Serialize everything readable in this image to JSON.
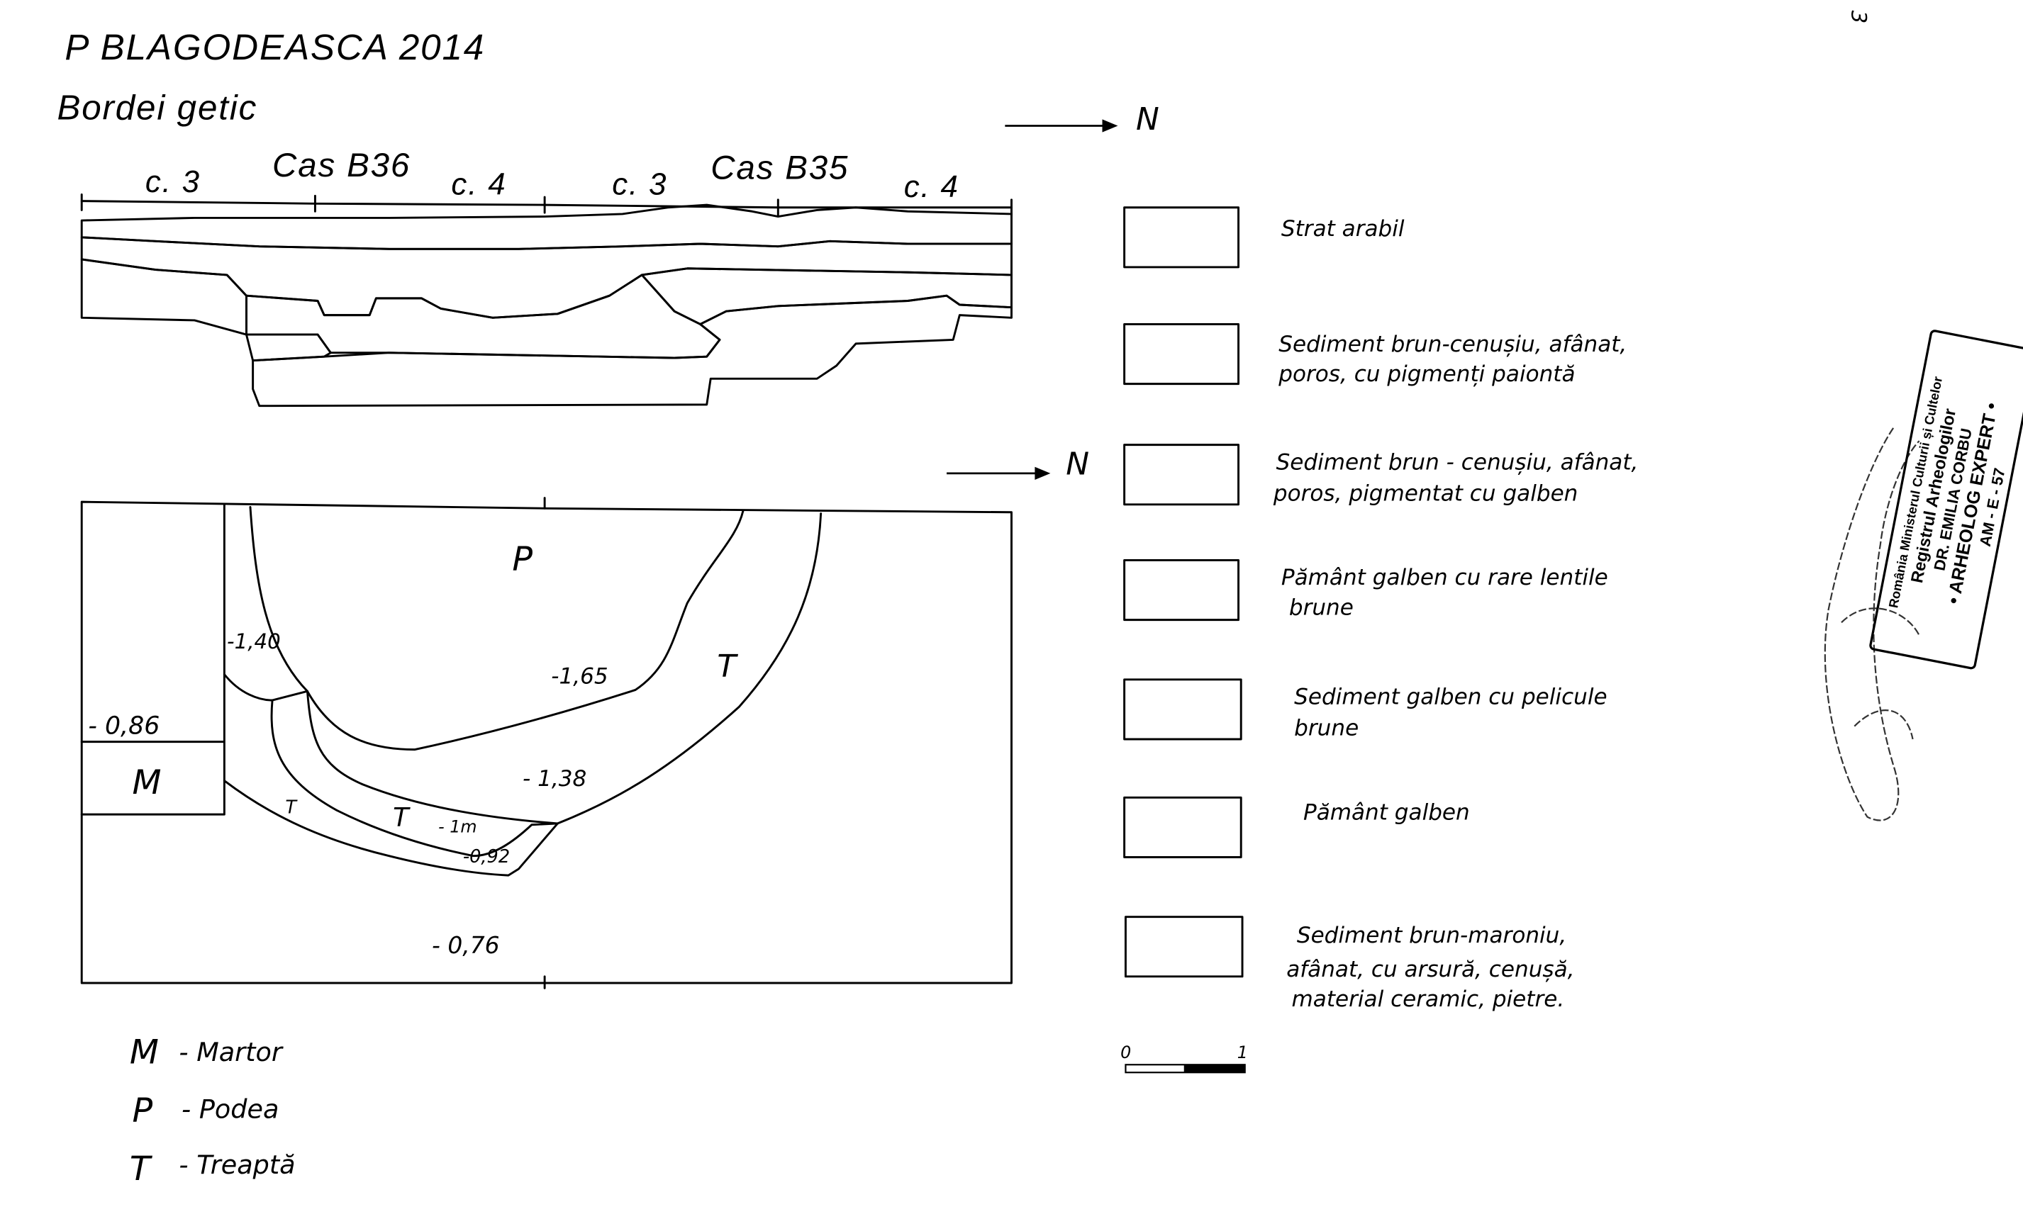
{
  "header": {
    "title": "P BLAGODEASCA  2014",
    "subtitle": "Bordei getic",
    "page_number": "3"
  },
  "profile": {
    "labels": [
      "c. 3",
      "Cas  B36",
      "c. 4",
      "c. 3",
      "Cas  B35",
      "c. 4"
    ],
    "north_label": "N"
  },
  "plan": {
    "north_label": "N",
    "labels": {
      "P": "P",
      "T1": "T",
      "T2": "T",
      "T3": "T",
      "M": "M",
      "e140": "-1,40",
      "e165": "-1,65",
      "e086": "- 0,86",
      "e138": "- 1,38",
      "e1m": "- 1m",
      "e092": "-0,92",
      "e076": "- 0,76"
    }
  },
  "abbreviations": [
    {
      "key": "M",
      "text": "- Martor"
    },
    {
      "key": "P",
      "text": "- Podea"
    },
    {
      "key": "T",
      "text": "- Treaptă"
    }
  ],
  "legend": [
    {
      "pattern": "arabil",
      "lines": [
        "Strat arabil"
      ]
    },
    {
      "pattern": "crosses",
      "lines": [
        "Sediment brun-cenușiu, afânat,",
        "poros, cu pigmenți paiontă"
      ]
    },
    {
      "pattern": "crossdiag",
      "lines": [
        "Sediment brun - cenușiu, afânat,",
        "poros, pigmentat cu galben"
      ]
    },
    {
      "pattern": "dashdiag",
      "lines": [
        "Pământ galben cu rare lentile",
        "brune"
      ]
    },
    {
      "pattern": "dashes",
      "lines": [
        "Sediment galben cu pelicule",
        "brune"
      ]
    },
    {
      "pattern": "galben",
      "lines": [
        "Pământ galben"
      ]
    },
    {
      "pattern": "vees",
      "lines": [
        "Sediment brun-maroniu,",
        "afânat, cu arsură, cenușă,",
        "material ceramic, pietre."
      ]
    }
  ],
  "scale_bar": {
    "start": "0",
    "end": "1"
  },
  "stamp": {
    "lines": [
      "România Ministerul Culturii și Cultelor",
      "Registrul Arheologilor",
      "DR. EMILIA CORBU",
      "• ARHEOLOG EXPERT •",
      "AM - E - 57"
    ]
  }
}
